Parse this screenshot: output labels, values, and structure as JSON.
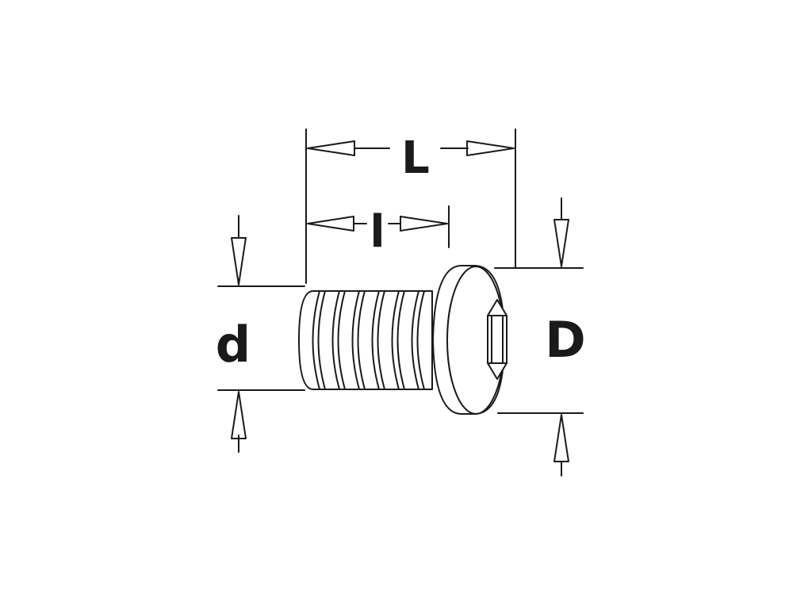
{
  "diagram": {
    "labels": {
      "total_length": "L",
      "thread_length": "l",
      "thread_diameter": "d",
      "head_diameter": "D"
    },
    "colors": {
      "stroke": "#1a1a1a",
      "background": "#ffffff"
    }
  }
}
